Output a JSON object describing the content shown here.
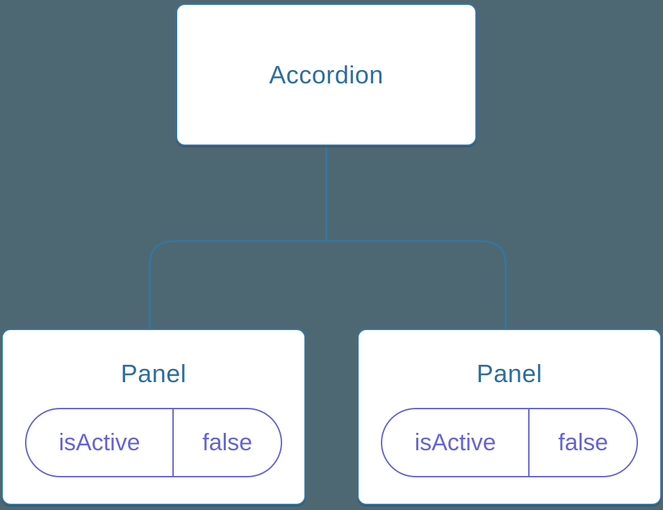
{
  "colors": {
    "background": "#4d6873",
    "node_fill": "#ffffff",
    "node_border": "#3476a6",
    "node_text": "#2e6e9e",
    "connector": "#3476a6",
    "state_pill_border": "#6464d2",
    "state_pill_text": "#6464d2"
  },
  "tree": {
    "root": {
      "label": "Accordion"
    },
    "children": [
      {
        "label": "Panel",
        "state": {
          "key": "isActive",
          "value": "false"
        }
      },
      {
        "label": "Panel",
        "state": {
          "key": "isActive",
          "value": "false"
        }
      }
    ]
  }
}
